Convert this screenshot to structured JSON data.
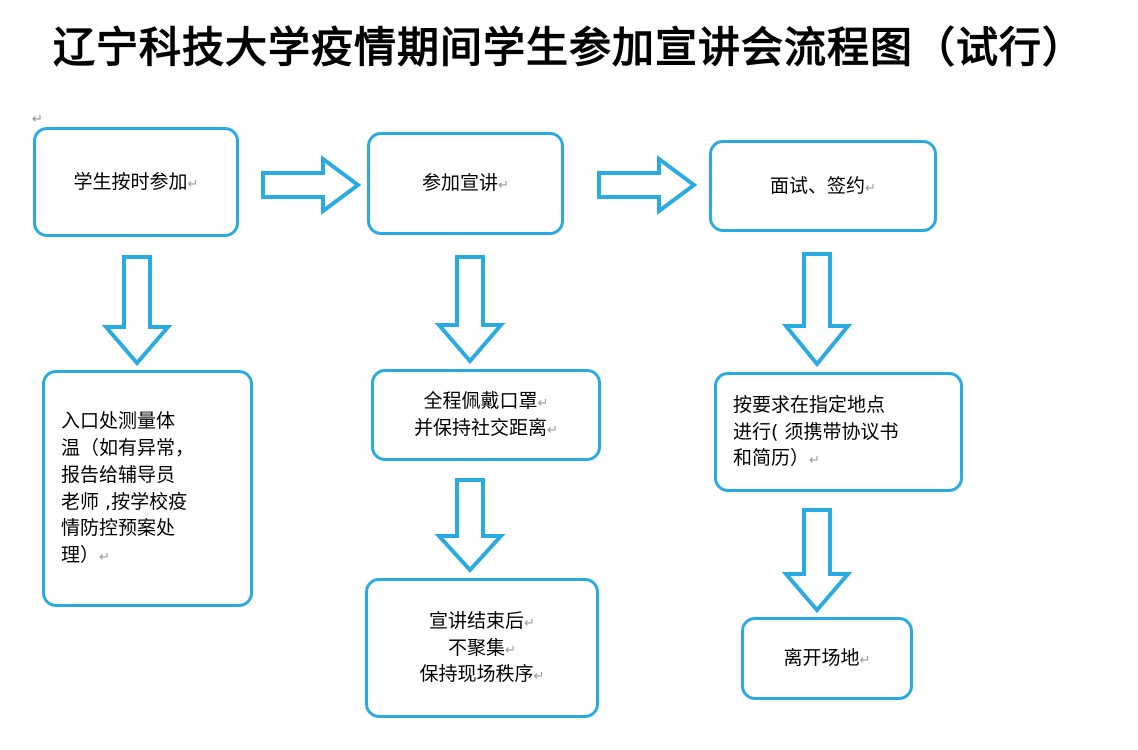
{
  "document": {
    "title": "辽宁科技大学疫情期间学生参加宣讲会流程图（试行）",
    "pilcrow": "↵",
    "stray_pilcrow": "↵"
  },
  "colors": {
    "accent": "#29ABE2",
    "text": "#000000",
    "background": "#FFFFFF",
    "pilcrow": "#9A9A9A"
  },
  "flowchart": {
    "type": "flowchart",
    "nodes": [
      {
        "id": "n1",
        "lines": [
          "学生按时参加"
        ],
        "align": "center"
      },
      {
        "id": "n2",
        "lines": [
          "参加宣讲"
        ],
        "align": "center"
      },
      {
        "id": "n3",
        "lines": [
          "面试、签约"
        ],
        "align": "center"
      },
      {
        "id": "n4",
        "lines": [
          "入口处测量体",
          "温（如有异常，",
          "报告给辅导员",
          "老师 ,按学校疫",
          "情防控预案处",
          "理）"
        ],
        "align": "left"
      },
      {
        "id": "n5",
        "lines": [
          "全程佩戴口罩",
          "并保持社交距离"
        ],
        "align": "center"
      },
      {
        "id": "n6",
        "lines": [
          "按要求在指定地点",
          "进行( 须携带协议书",
          "和简历）"
        ],
        "align": "left"
      },
      {
        "id": "n7",
        "lines": [
          "宣讲结束后",
          "不聚集",
          "保持现场秩序"
        ],
        "align": "center"
      },
      {
        "id": "n8",
        "lines": [
          "离开场地"
        ],
        "align": "center"
      }
    ],
    "edges": [
      {
        "from": "n1",
        "to": "n2",
        "direction": "right"
      },
      {
        "from": "n2",
        "to": "n3",
        "direction": "right"
      },
      {
        "from": "n1",
        "to": "n4",
        "direction": "down"
      },
      {
        "from": "n2",
        "to": "n5",
        "direction": "down"
      },
      {
        "from": "n3",
        "to": "n6",
        "direction": "down"
      },
      {
        "from": "n5",
        "to": "n7",
        "direction": "down"
      },
      {
        "from": "n6",
        "to": "n8",
        "direction": "down"
      }
    ]
  }
}
